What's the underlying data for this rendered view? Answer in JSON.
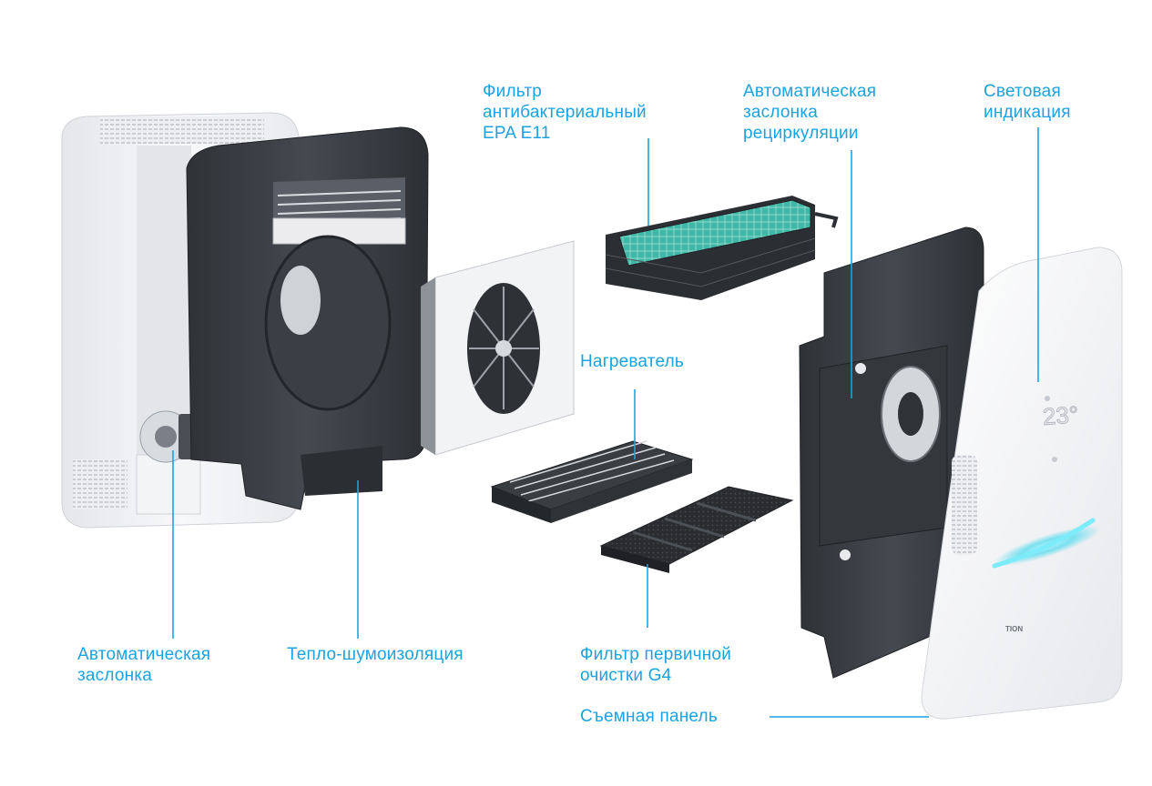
{
  "labels": {
    "filter_epa": [
      "Фильтр",
      "антибактериальный",
      "EPA E11"
    ],
    "recirculation_damper": [
      "Автоматическая",
      "заслонка",
      "рециркуляции"
    ],
    "light_indication": [
      "Световая",
      "индикация"
    ],
    "heater": [
      "Нагреватель"
    ],
    "auto_damper": [
      "Автоматическая",
      "заслонка"
    ],
    "insulation": [
      "Тепло-шумоизоляция"
    ],
    "filter_g4": [
      "Фильтр первичной",
      "очистки G4"
    ],
    "removable_panel": [
      "Съемная панель"
    ]
  },
  "display": {
    "temperature": "23°",
    "brand": "TION"
  },
  "colors": {
    "accent": "#1aa3e0",
    "filter_mesh": "#3fb8a8",
    "dark_part": "#3a3d42",
    "white_body": "#f2f3f5",
    "glow": "#6ee6f5"
  },
  "icons": {
    "temperature": "thermometer-icon"
  }
}
